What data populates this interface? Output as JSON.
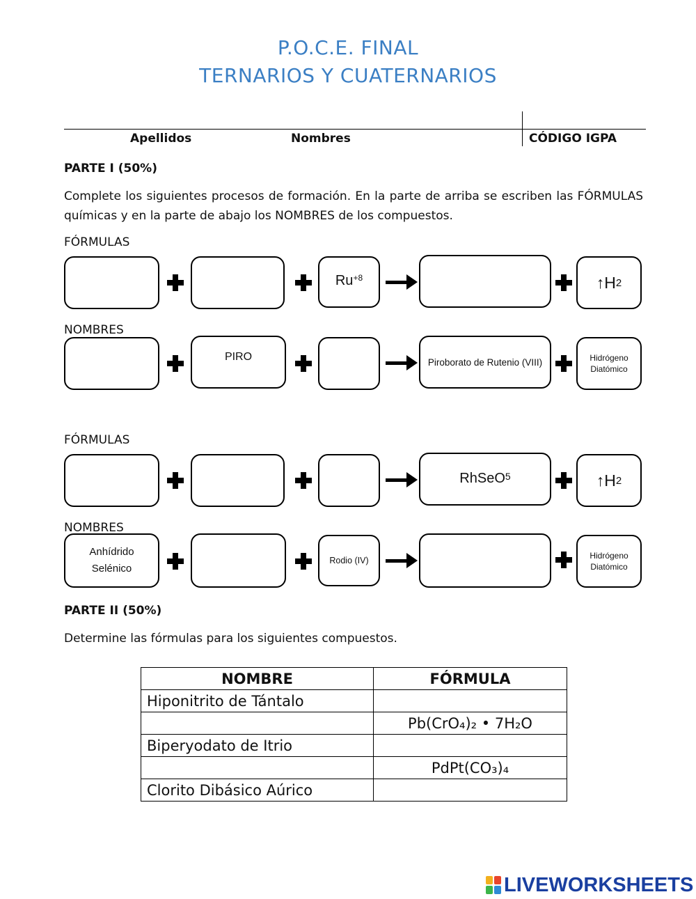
{
  "title": {
    "line1": "P.O.C.E. FINAL",
    "line2": "TERNARIOS Y CUATERNARIOS"
  },
  "header": {
    "apellidos": "Apellidos",
    "nombres": "Nombres",
    "codigo": "CÓDIGO IGPA"
  },
  "part1": {
    "heading": "PARTE I (50%)",
    "instructions_line1": "Complete los siguientes procesos de formación. En la parte de arriba se escriben las FÓRMULAS",
    "instructions_line2": "químicas y en la parte de abajo los NOMBRES de los compuestos.",
    "label_formulas": "FÓRMULAS",
    "label_nombres": "NOMBRES",
    "reaction1": {
      "formulas": {
        "b1": "",
        "b2": "",
        "b3_base": "Ru",
        "b3_sup": "+8",
        "product": "",
        "gas_arrow": "↑",
        "gas_H": "H",
        "gas_sub": "2"
      },
      "nombres": {
        "b1": "",
        "b2": "PIRO",
        "b3": "",
        "product": "Piroborato de Rutenio (VIII)",
        "gas_l1": "Hidrógeno",
        "gas_l2": "Diatómico"
      }
    },
    "reaction2": {
      "formulas": {
        "b1": "",
        "b2": "",
        "b3": "",
        "product_base": "RhSeO",
        "product_sub": "5",
        "gas_arrow": "↑",
        "gas_H": "H",
        "gas_sub": "2"
      },
      "nombres": {
        "b1_l1": "Anhídrido",
        "b1_l2": "Selénico",
        "b2": "",
        "b3": "Rodio (IV)",
        "product": "",
        "gas_l1": "Hidrógeno",
        "gas_l2": "Diatómico"
      }
    }
  },
  "part2": {
    "heading": "PARTE II (50%)",
    "instructions": "Determine las fórmulas para los siguientes compuestos.",
    "table": {
      "col_nombre": "NOMBRE",
      "col_formula": "FÓRMULA",
      "rows": [
        {
          "nombre": "Hiponitrito de Tántalo",
          "formula": ""
        },
        {
          "nombre": "",
          "formula": "Pb(CrO₄)₂  •  7H₂O"
        },
        {
          "nombre": "Biperyodato de Itrio",
          "formula": ""
        },
        {
          "nombre": "",
          "formula": "PdPt(CO₃)₄"
        },
        {
          "nombre": "Clorito Dibásico Aúrico",
          "formula": ""
        }
      ]
    }
  },
  "footer": {
    "logo_text": "LIVEWORKSHEETS",
    "logo_colors": [
      "#f2b01e",
      "#e8452c",
      "#3bb54a",
      "#2e8bd6"
    ]
  }
}
